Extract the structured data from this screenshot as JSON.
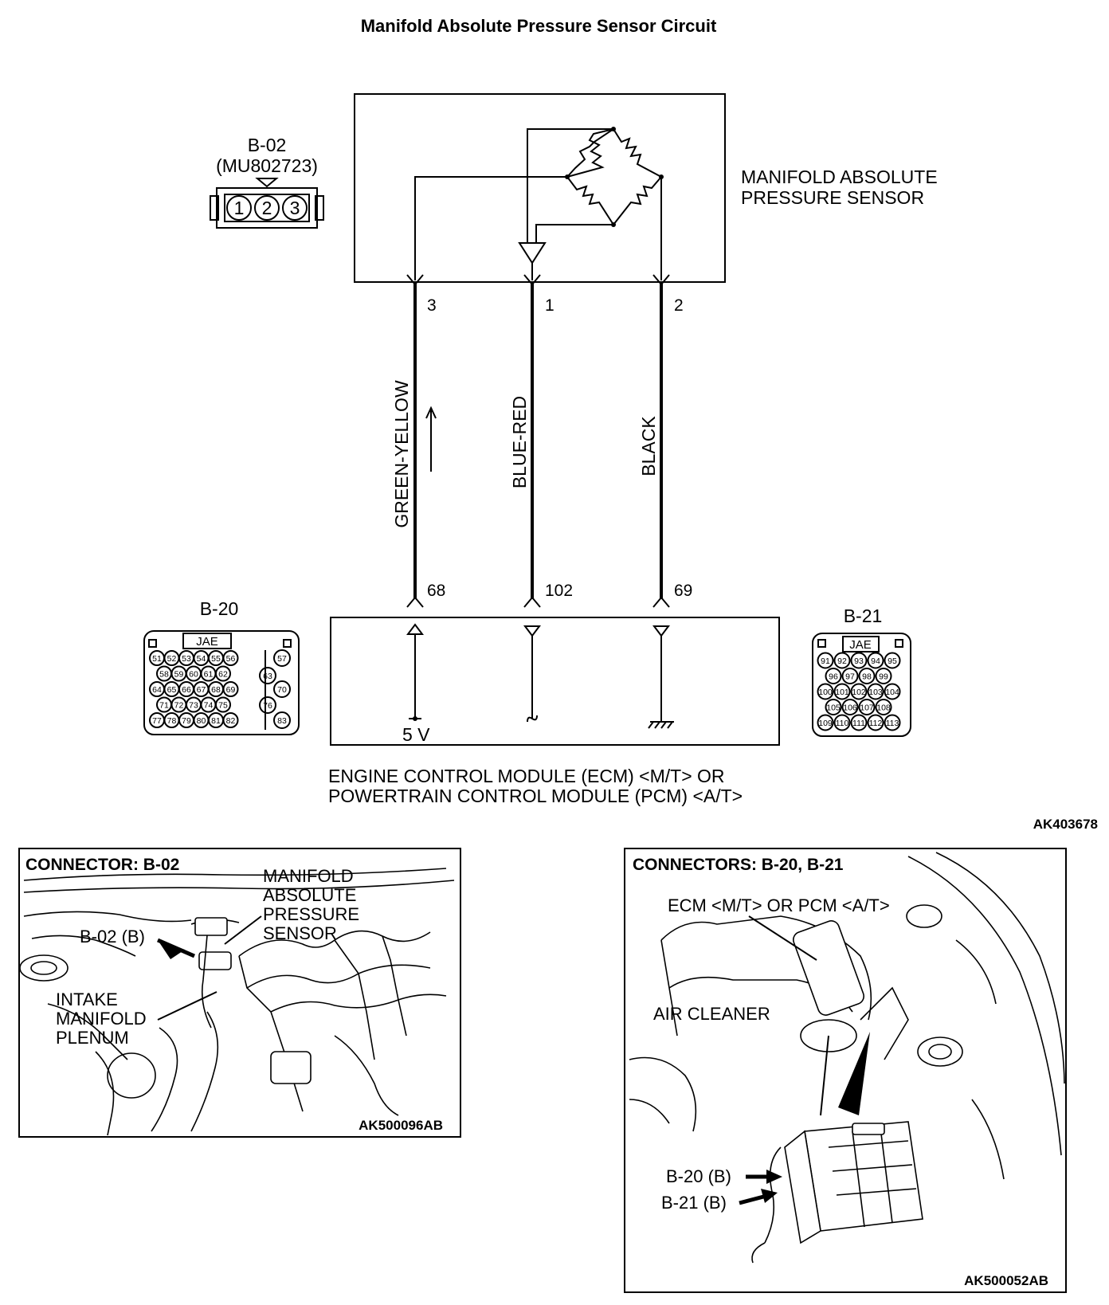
{
  "title": "Manifold Absolute Pressure Sensor Circuit",
  "diagram_code": "AK403678",
  "sensor": {
    "name_line1": "MANIFOLD ABSOLUTE",
    "name_line2": "PRESSURE SENSOR"
  },
  "connector_b02": {
    "id": "B-02",
    "part_number": "(MU802723)",
    "pins": [
      "1",
      "2",
      "3"
    ]
  },
  "wires": [
    {
      "sensor_pin": "3",
      "color": "GREEN-YELLOW",
      "ecm_pin": "68"
    },
    {
      "sensor_pin": "1",
      "color": "BLUE-RED",
      "ecm_pin": "102"
    },
    {
      "sensor_pin": "2",
      "color": "BLACK",
      "ecm_pin": "69"
    }
  ],
  "ecm": {
    "line1": "ENGINE CONTROL MODULE (ECM) <M/T> OR",
    "line2": "POWERTRAIN CONTROL MODULE (PCM) <A/T>",
    "supply_label": "5 V"
  },
  "connector_b20": {
    "id": "B-20",
    "brand": "JAE",
    "rows": [
      [
        "51",
        "52",
        "53",
        "54",
        "55",
        "56"
      ],
      [
        "58",
        "59",
        "60",
        "61",
        "62"
      ],
      [
        "64",
        "65",
        "66",
        "67",
        "68",
        "69"
      ],
      [
        "71",
        "72",
        "73",
        "74",
        "75"
      ],
      [
        "77",
        "78",
        "79",
        "80",
        "81",
        "82"
      ]
    ],
    "side": [
      "57",
      "63",
      "70",
      "76",
      "83"
    ]
  },
  "connector_b21": {
    "id": "B-21",
    "brand": "JAE",
    "rows": [
      [
        "91",
        "92",
        "93",
        "94",
        "95"
      ],
      [
        "96",
        "97",
        "98",
        "99"
      ],
      [
        "100",
        "101",
        "102",
        "103",
        "104"
      ],
      [
        "105",
        "106",
        "107",
        "108"
      ],
      [
        "109",
        "110",
        "111",
        "112",
        "113"
      ]
    ]
  },
  "photo_left": {
    "heading": "CONNECTOR: B-02",
    "callout_sensor": [
      "MANIFOLD",
      "ABSOLUTE",
      "PRESSURE",
      "SENSOR"
    ],
    "callout_connector": "B-02 (B)",
    "callout_plenum": [
      "INTAKE",
      "MANIFOLD",
      "PLENUM"
    ],
    "code": "AK500096AB"
  },
  "photo_right": {
    "heading": "CONNECTORS: B-20, B-21",
    "callout_ecm": "ECM <M/T> OR PCM <A/T>",
    "callout_air": "AIR CLEANER",
    "callout_b20": "B-20 (B)",
    "callout_b21": "B-21 (B)",
    "code": "AK500052AB"
  }
}
